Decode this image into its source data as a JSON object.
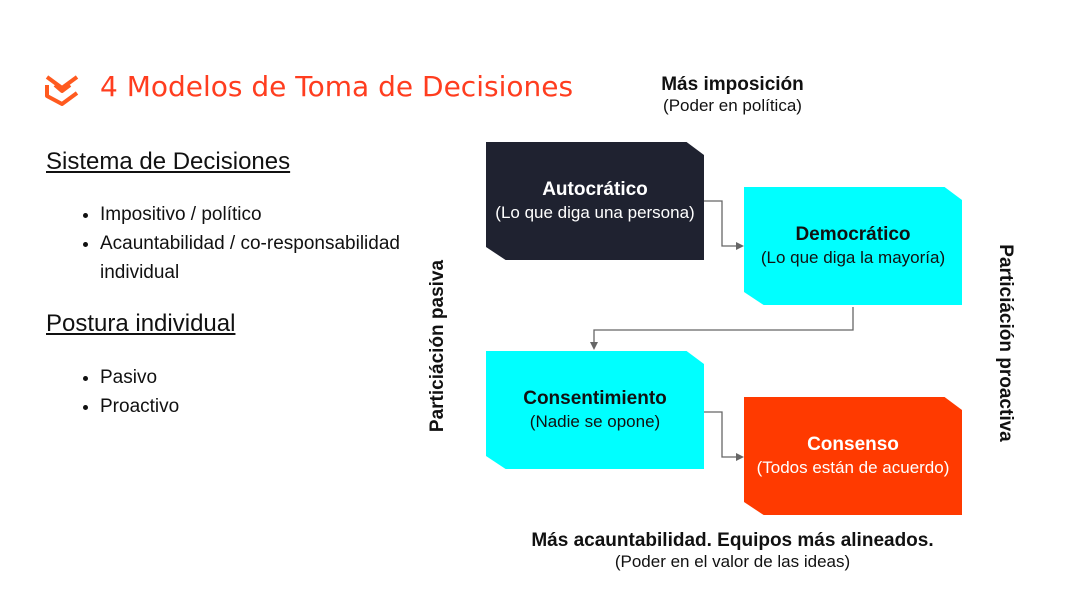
{
  "title": "4 Modelos de Toma de Decisiones",
  "s1": {
    "heading": "Sistema de Decisiones",
    "items": [
      "Impositivo / político",
      "Acauntabilidad / co-responsabilidad individual"
    ]
  },
  "s2": {
    "heading": "Postura individual",
    "items": [
      "Pasivo",
      "Proactivo"
    ]
  },
  "top": {
    "b": "Más imposición",
    "s": "(Poder en política)"
  },
  "bottom": {
    "b": "Más acauntabilidad. Equipos más alineados.",
    "s": "(Poder en el valor de las ideas)"
  },
  "left": "Particiáción pasiva",
  "right": "Particiáción proactiva",
  "boxes": [
    {
      "t": "Autocrático",
      "s": "(Lo que diga una persona)",
      "c": "#1f2230"
    },
    {
      "t": "Democrático",
      "s": "(Lo que diga la mayoría)",
      "c": "#00ffff"
    },
    {
      "t": "Consentimiento",
      "s": "(Nadie se opone)",
      "c": "#00ffff"
    },
    {
      "t": "Consenso",
      "s": "(Todos están de acuerdo)",
      "c": "#ff3a00"
    }
  ]
}
